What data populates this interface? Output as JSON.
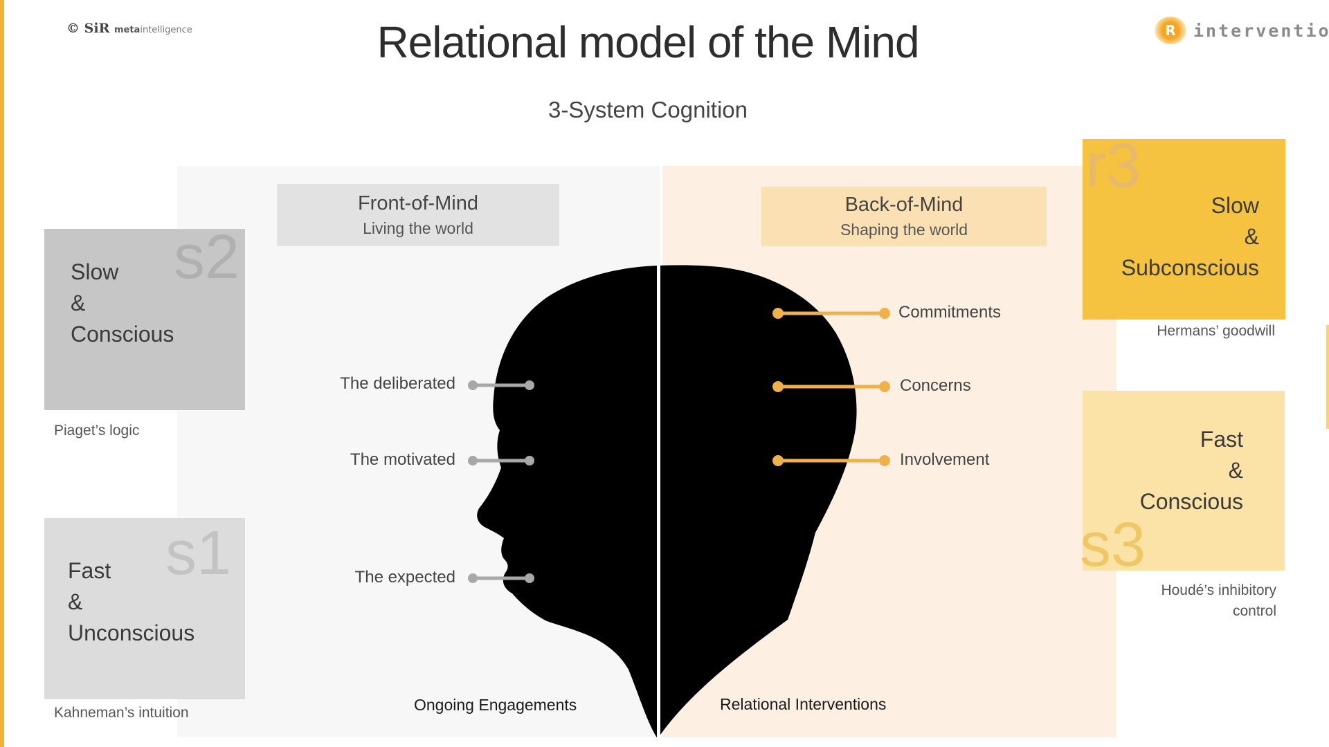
{
  "header": {
    "copyright_symbol": "©",
    "copyright_brand": "SiR",
    "copyright_meta": "meta",
    "copyright_intel": "intelligence",
    "title": "Relational model of the Mind",
    "subtitle": "3-System Cognition",
    "logo_letter": "R",
    "logo_text": "intervention"
  },
  "front": {
    "title": "Front-of-Mind",
    "subtitle": "Living the world"
  },
  "back": {
    "title": "Back-of-Mind",
    "subtitle": "Shaping the world"
  },
  "systems": {
    "s2": {
      "tag": "s2",
      "line1": "Slow",
      "line2": "&",
      "line3": "Conscious",
      "caption": "Piaget’s logic"
    },
    "s1": {
      "tag": "s1",
      "line1": "Fast",
      "line2": "&",
      "line3": "Unconscious",
      "caption": "Kahneman’s intuition"
    },
    "r3": {
      "tag": "r3",
      "line1": "Slow",
      "line2": "&",
      "line3": "Subconscious",
      "caption": "Hermans’ goodwill"
    },
    "s3": {
      "tag": "s3",
      "line1": "Fast",
      "line2": "&",
      "line3": "Conscious",
      "caption_line1": "Houdé’s inhibitory",
      "caption_line2": "control"
    }
  },
  "front_connectors": [
    "The deliberated",
    "The motivated",
    "The expected"
  ],
  "back_connectors": [
    "Commitments",
    "Concerns",
    "Involvement"
  ],
  "bottom": {
    "left": "Ongoing Engagements",
    "right": "Relational Interventions"
  },
  "colors": {
    "accent_orange": "#f2b233",
    "gold_box": "#f5c33f",
    "light_gold_box": "#fbe3a8",
    "grey_dark_box": "#c6c6c6",
    "grey_light_box": "#dcdcdc",
    "front_panel": "#f7f7f7",
    "back_panel": "#fdf0e3",
    "connector_grey": "#a8a8a8",
    "connector_orange": "#f0b14a"
  }
}
